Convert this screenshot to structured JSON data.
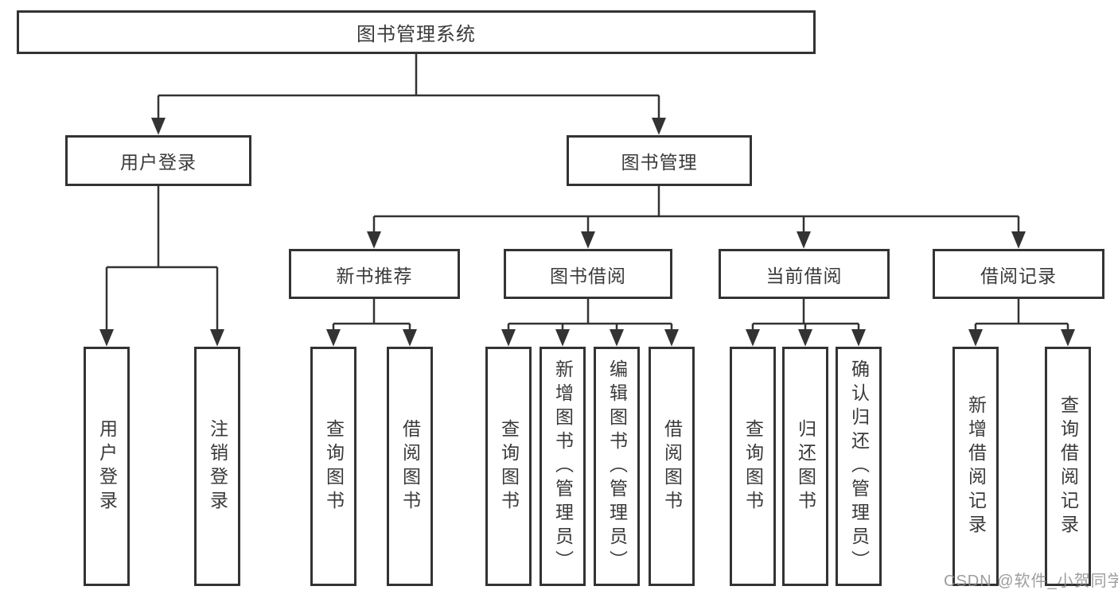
{
  "diagram": {
    "root": {
      "label": "图书管理系统"
    },
    "branches": [
      {
        "label": "用户登录",
        "leaves": [
          "用户登录",
          "注销登录"
        ]
      },
      {
        "label": "图书管理",
        "children": [
          {
            "label": "新书推荐",
            "leaves": [
              "查询图书",
              "借阅图书"
            ]
          },
          {
            "label": "图书借阅",
            "leaves": [
              "查询图书",
              "新增图书（管理员）",
              "编辑图书（管理员）",
              "借阅图书"
            ]
          },
          {
            "label": "当前借阅",
            "leaves": [
              "查询图书",
              "归还图书",
              "确认归还（管理员）"
            ]
          },
          {
            "label": "借阅记录",
            "leaves": [
              "新增借阅记录",
              "查询借阅记录"
            ]
          }
        ]
      }
    ]
  },
  "watermark": "CSDN @软件_小贺同学",
  "colors": {
    "line": "#333333",
    "box_border": "#333333",
    "box_fill": "#ffffff",
    "text": "#3a3a3a",
    "watermark": "#8c8c8c"
  }
}
